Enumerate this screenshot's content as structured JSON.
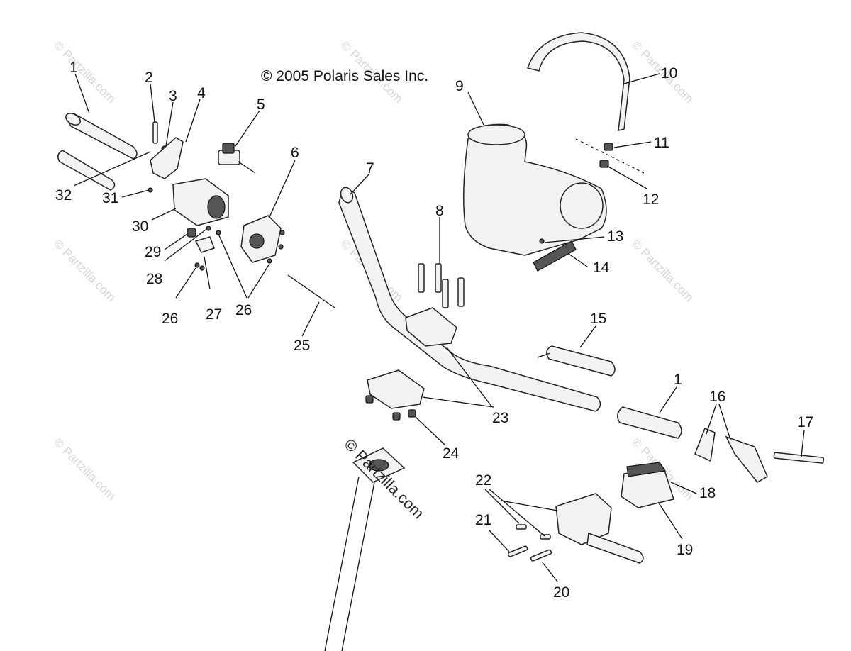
{
  "copyright": "© 2005 Polaris Sales Inc.",
  "watermark_main": "© Partzilla.com",
  "watermark_faint": "© Partzilla.com",
  "callouts": {
    "c1a": "1",
    "c2": "2",
    "c3": "3",
    "c4": "4",
    "c5": "5",
    "c6": "6",
    "c7": "7",
    "c8": "8",
    "c9": "9",
    "c10": "10",
    "c11": "11",
    "c12": "12",
    "c13": "13",
    "c14": "14",
    "c15": "15",
    "c1b": "1",
    "c16": "16",
    "c17": "17",
    "c18": "18",
    "c19": "19",
    "c20": "20",
    "c21": "21",
    "c22": "22",
    "c23": "23",
    "c24": "24",
    "c25": "25",
    "c26a": "26",
    "c26b": "26",
    "c27": "27",
    "c28": "28",
    "c29": "29",
    "c30": "30",
    "c31": "31",
    "c32": "32"
  }
}
